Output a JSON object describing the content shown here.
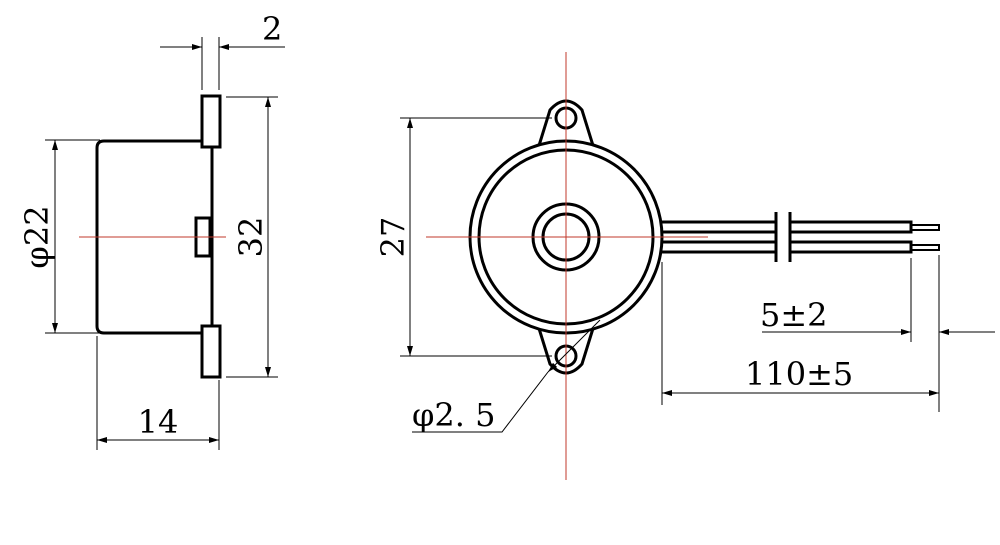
{
  "side_view": {
    "dim_width_top": "2",
    "dim_height": "32",
    "dim_diameter": "φ22",
    "dim_depth": "14"
  },
  "front_view": {
    "dim_mount_spacing": "27",
    "dim_hole": "φ2. 5",
    "dim_strip": "5±2",
    "dim_lead_length": "110±5"
  },
  "colors": {
    "outline": "#000000",
    "centerline": "#c0392b"
  }
}
